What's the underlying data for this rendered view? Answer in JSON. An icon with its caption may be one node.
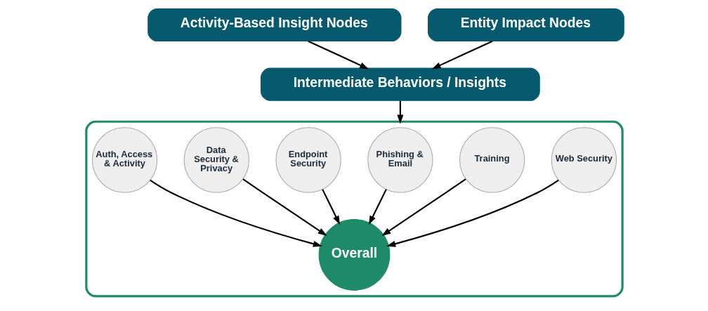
{
  "diagram": {
    "nodes": [
      {
        "text": [
          "Activity-Based Insight Nodes"
        ]
      },
      {
        "text": [
          "Entity Impact Nodes"
        ]
      },
      {
        "text": [
          "Intermediate Behaviors / Insights"
        ]
      },
      {
        "text": [],
        "shape": "box"
      },
      {
        "text": [
          "Auth, Access & Activity"
        ],
        "in": 3
      },
      {
        "text": [
          "Data Security & Privacy"
        ],
        "in": 3
      },
      {
        "text": [
          "Endpoint Security"
        ],
        "in": 3
      },
      {
        "text": [
          "Phishing & Email"
        ],
        "in": 3
      },
      {
        "text": [
          "Training"
        ],
        "in": 3
      },
      {
        "text": [
          "Web Security"
        ],
        "in": 3
      },
      {
        "text": [
          "Overall"
        ],
        "in": 3
      }
    ],
    "edges": [
      {
        "from": 0,
        "to": 2,
        "arrow": "to"
      },
      {
        "from": 1,
        "to": 2,
        "arrow": "to"
      },
      {
        "from": 2,
        "to": 3,
        "arrow": "to"
      },
      {
        "from": 4,
        "to": 10,
        "arrow": "to"
      },
      {
        "from": 5,
        "to": 10,
        "arrow": "to"
      },
      {
        "from": 6,
        "to": 10,
        "arrow": "to"
      },
      {
        "from": 7,
        "to": 10,
        "arrow": "to"
      },
      {
        "from": 8,
        "to": 10,
        "arrow": "to"
      },
      {
        "from": 9,
        "to": 10,
        "arrow": "to"
      }
    ]
  }
}
